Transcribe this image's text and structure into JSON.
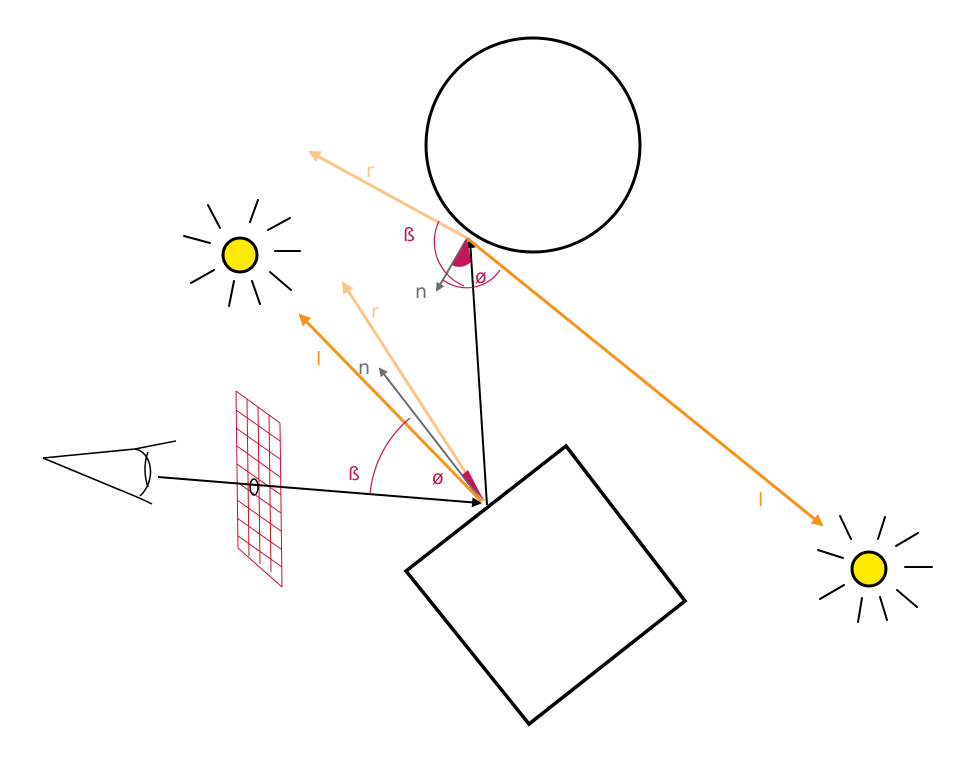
{
  "diagram": {
    "labels": {
      "r_upper": "r",
      "beta_upper": "ß",
      "n_upper": "n",
      "phi_upper": "ø",
      "r_lower": "r",
      "l_left": "l",
      "n_lower": "n",
      "beta_lower": "ß",
      "phi_lower": "ø",
      "l_right": "l"
    },
    "colors": {
      "outline": "#000000",
      "light_ray": "#F7941D",
      "reflected_ray": "#FAC78A",
      "normal": "#6D6E71",
      "angle": "#C2185B",
      "grid": "#C8102E",
      "sun_fill": "#FFEB00"
    },
    "icons": [
      "eye-icon",
      "sun-icon",
      "sun-icon"
    ]
  }
}
